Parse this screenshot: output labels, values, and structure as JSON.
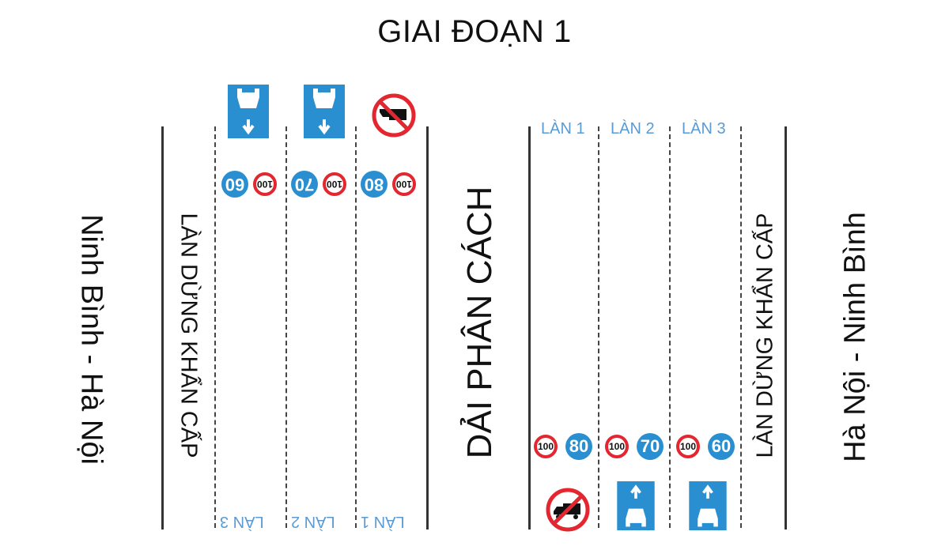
{
  "title": "GIAI ĐOẠN 1",
  "left_direction": "Ninh Bình - Hà Nội",
  "right_direction": "Hà Nội - Ninh Bình",
  "median": "DẢI PHÂN CÁCH",
  "emergency_lane": "LÀN DỪNG KHẨN CẤP",
  "left_lanes": [
    "LÀN 3",
    "LÀN 2",
    "LÀN 1"
  ],
  "right_lanes": [
    "LÀN 1",
    "LÀN 2",
    "LÀN 3"
  ],
  "left_speeds": [
    {
      "min": "60",
      "max": "100"
    },
    {
      "min": "70",
      "max": "100"
    },
    {
      "min": "80",
      "max": "100"
    }
  ],
  "right_speeds": [
    {
      "max": "100",
      "min": "80"
    },
    {
      "max": "100",
      "min": "70"
    },
    {
      "max": "100",
      "min": "60"
    }
  ],
  "colors": {
    "blue": "#2a8fd0",
    "red": "#e3262f",
    "lane_text": "#5b9bd5"
  }
}
